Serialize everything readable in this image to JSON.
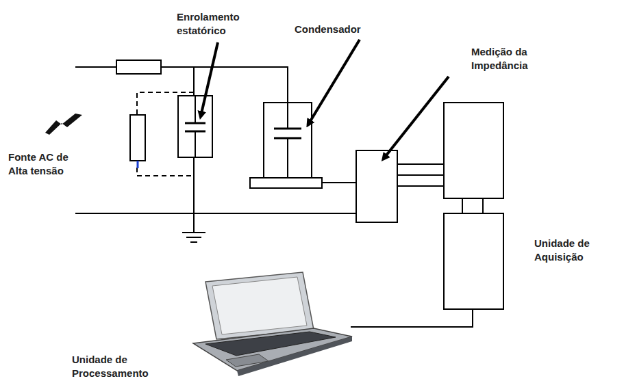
{
  "diagram": {
    "labels": [
      "Enrolamento estatórico",
      "Condensador",
      "Medição da Impedância",
      "Fonte AC de Alta tensão",
      "Unidade de Aquisição",
      "Unidade de Processamento"
    ]
  }
}
